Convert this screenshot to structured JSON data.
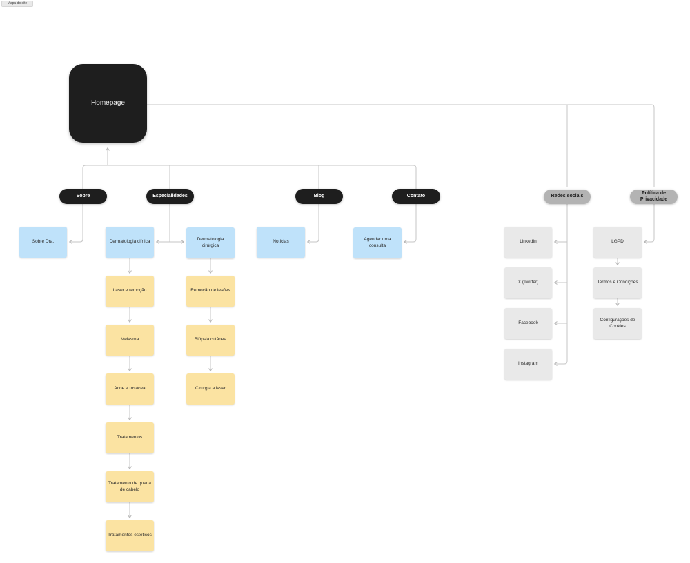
{
  "section_label": "Mapa do site",
  "homepage": {
    "label": "Homepage"
  },
  "nav": {
    "sobre": "Sobre",
    "especialidades": "Especialidades",
    "blog": "Blog",
    "contato": "Contato",
    "redes_sociais": "Redes sociais",
    "politica": "Política de Privacidade"
  },
  "pages": {
    "sobre_dra": "Sobre Dra.",
    "derm_clinica": "Dermatologia clínica",
    "derm_cirurgica": "Dermatologia cirúrgica",
    "noticias": "Notícias",
    "agendar": "Agendar uma consulta"
  },
  "clinica_topics": [
    "Laser e remoção",
    "Melasma",
    "Acne e rosácea",
    "Tratamentos",
    "Tratamento de queda de cabelo",
    "Tratamentos estéticos"
  ],
  "cirurgica_topics": [
    "Remoção de lesões",
    "Biópsia cutânea",
    "Cirurgia a laser"
  ],
  "social_links": [
    "LinkedIn",
    "X (Twitter)",
    "Facebook",
    "Instagram"
  ],
  "privacy_pages": [
    "LGPD",
    "Termos e Condições",
    "Configurações de Cookies"
  ],
  "colors": {
    "node_dark": "#1e1e1e",
    "pill_gray": "#b3b3b3",
    "page_blue": "#bfe2fa",
    "topic_yellow": "#fbe3a2",
    "box_gray": "#e9e9e9",
    "connector": "#c5c5c5"
  }
}
